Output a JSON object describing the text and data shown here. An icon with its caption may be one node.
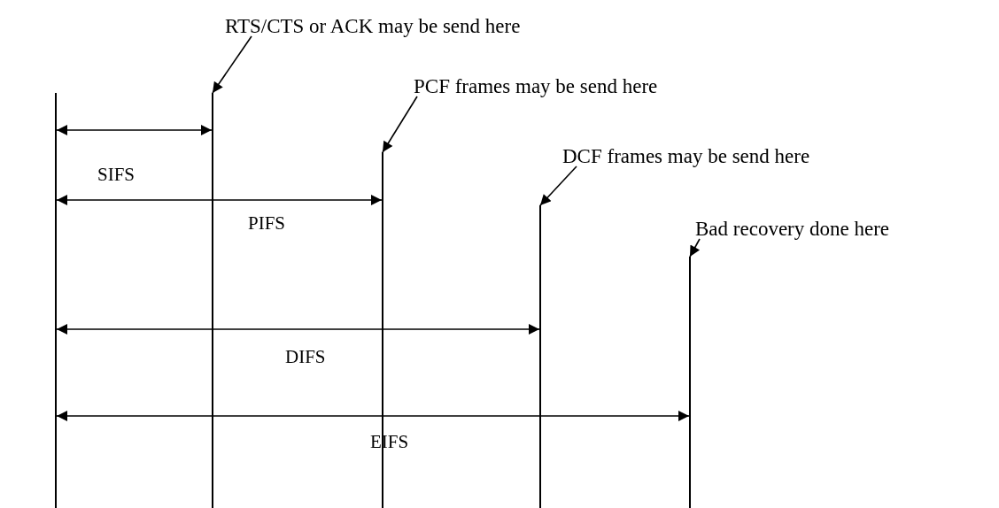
{
  "diagram": {
    "nodes": [
      {
        "text": [
          "RTS/CTS or ACK may be send here"
        ]
      },
      {
        "text": [
          "PCF frames may be send here"
        ]
      },
      {
        "text": [
          "DCF frames may be send here"
        ]
      },
      {
        "text": [
          "Bad recovery done here"
        ]
      },
      {
        "text": [],
        "shape": "bar"
      },
      {
        "text": [],
        "shape": "bar"
      },
      {
        "text": [],
        "shape": "bar"
      },
      {
        "text": [],
        "shape": "bar"
      },
      {
        "text": [],
        "shape": "bar"
      }
    ],
    "edges": [
      {
        "from": 0,
        "to": 5,
        "arrow": "to"
      },
      {
        "from": 1,
        "to": 6,
        "arrow": "to"
      },
      {
        "from": 2,
        "to": 7,
        "arrow": "to"
      },
      {
        "from": 3,
        "to": 8,
        "arrow": "to"
      },
      {
        "from": 4,
        "to": 5,
        "arrow": "both",
        "label": "SIFS"
      },
      {
        "from": 4,
        "to": 6,
        "arrow": "both",
        "label": "PIFS"
      },
      {
        "from": 4,
        "to": 7,
        "arrow": "both",
        "label": "DIFS"
      },
      {
        "from": 4,
        "to": 8,
        "arrow": "both",
        "label": "EIFS"
      }
    ]
  }
}
